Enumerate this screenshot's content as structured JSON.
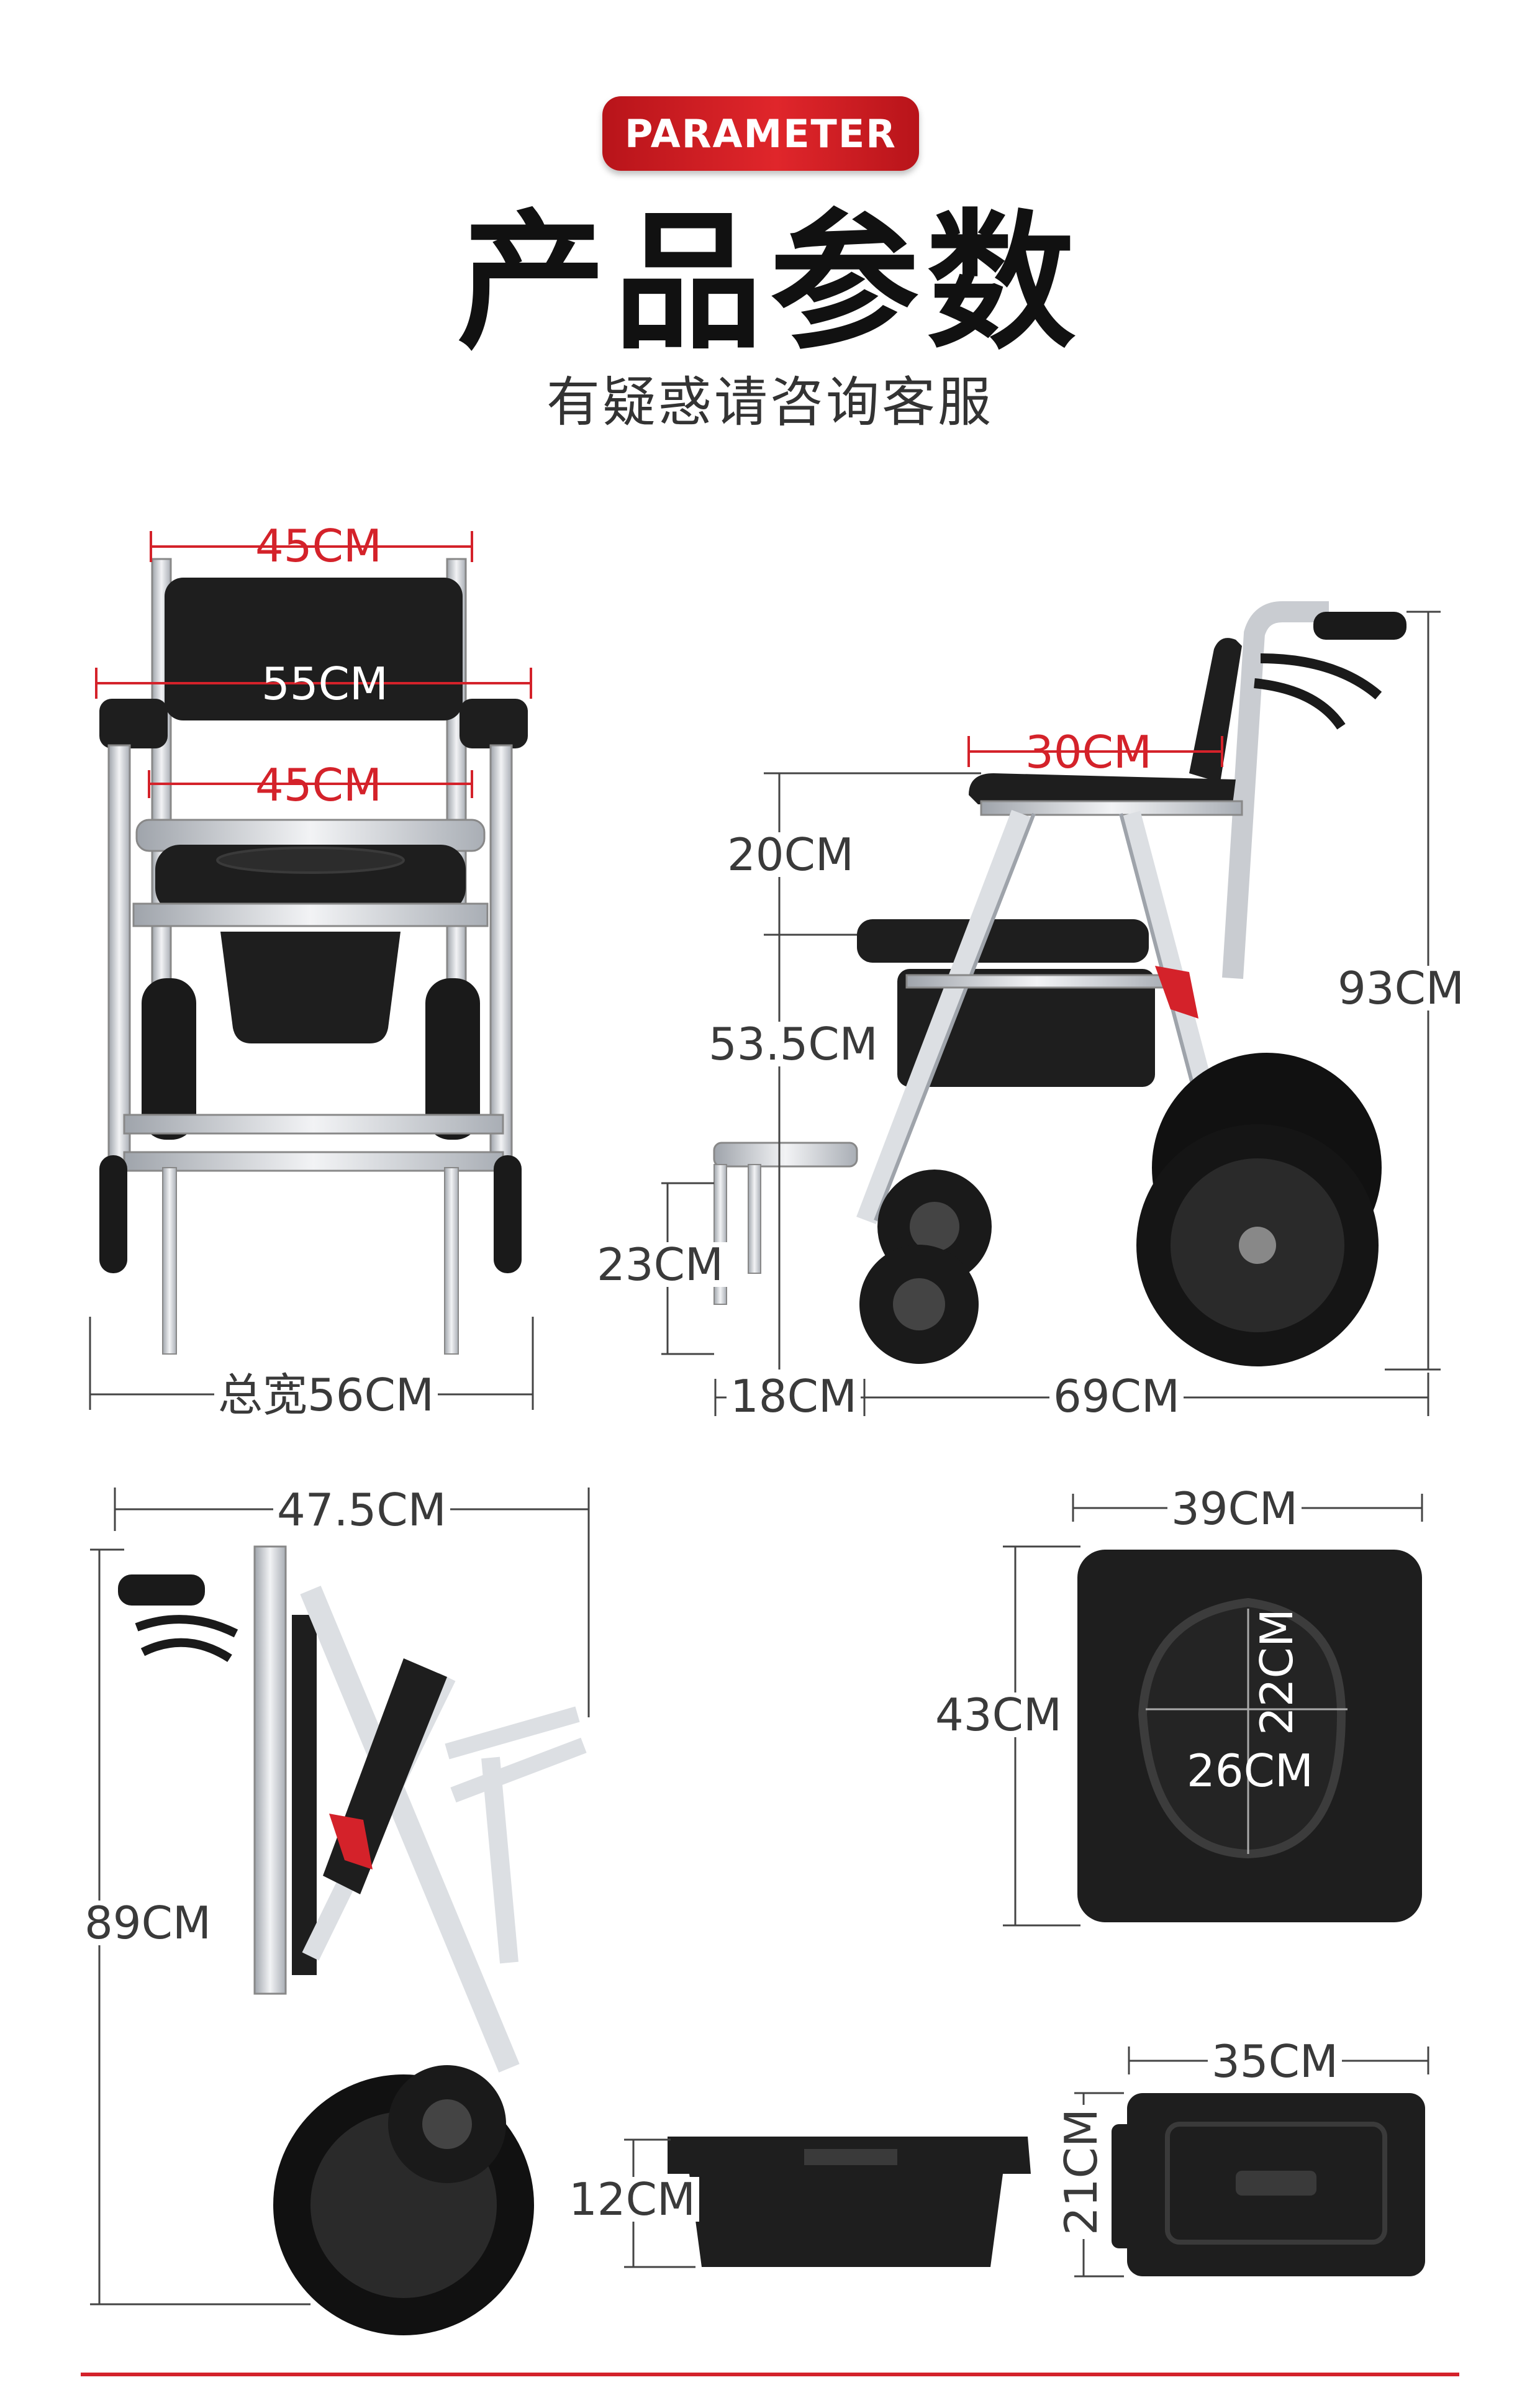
{
  "header": {
    "badge": "PARAMETER",
    "title": "产品参数",
    "subtitle": "有疑惑请咨询客服"
  },
  "front_view": {
    "backrest_width": "45CM",
    "armrest_width": "55CM",
    "seat_width": "45CM",
    "total_width": "总宽56CM"
  },
  "side_view": {
    "seat_depth": "30CM",
    "backrest_height": "20CM",
    "seat_height": "53.5CM",
    "total_height": "93CM",
    "footrest_height": "23CM",
    "footrest_length": "18CM",
    "total_length": "69CM"
  },
  "folded_view": {
    "folded_length": "47.5CM",
    "folded_height": "89CM"
  },
  "seat_cushion": {
    "width": "39CM",
    "depth": "43CM",
    "hole_width": "26CM",
    "hole_height": "22CM"
  },
  "bucket": {
    "height": "12CM",
    "width": "35CM",
    "depth": "21CM"
  },
  "colors": {
    "accent": "#d4222a",
    "frame": "#d8dbe0",
    "cushion": "#1e1e1e"
  }
}
